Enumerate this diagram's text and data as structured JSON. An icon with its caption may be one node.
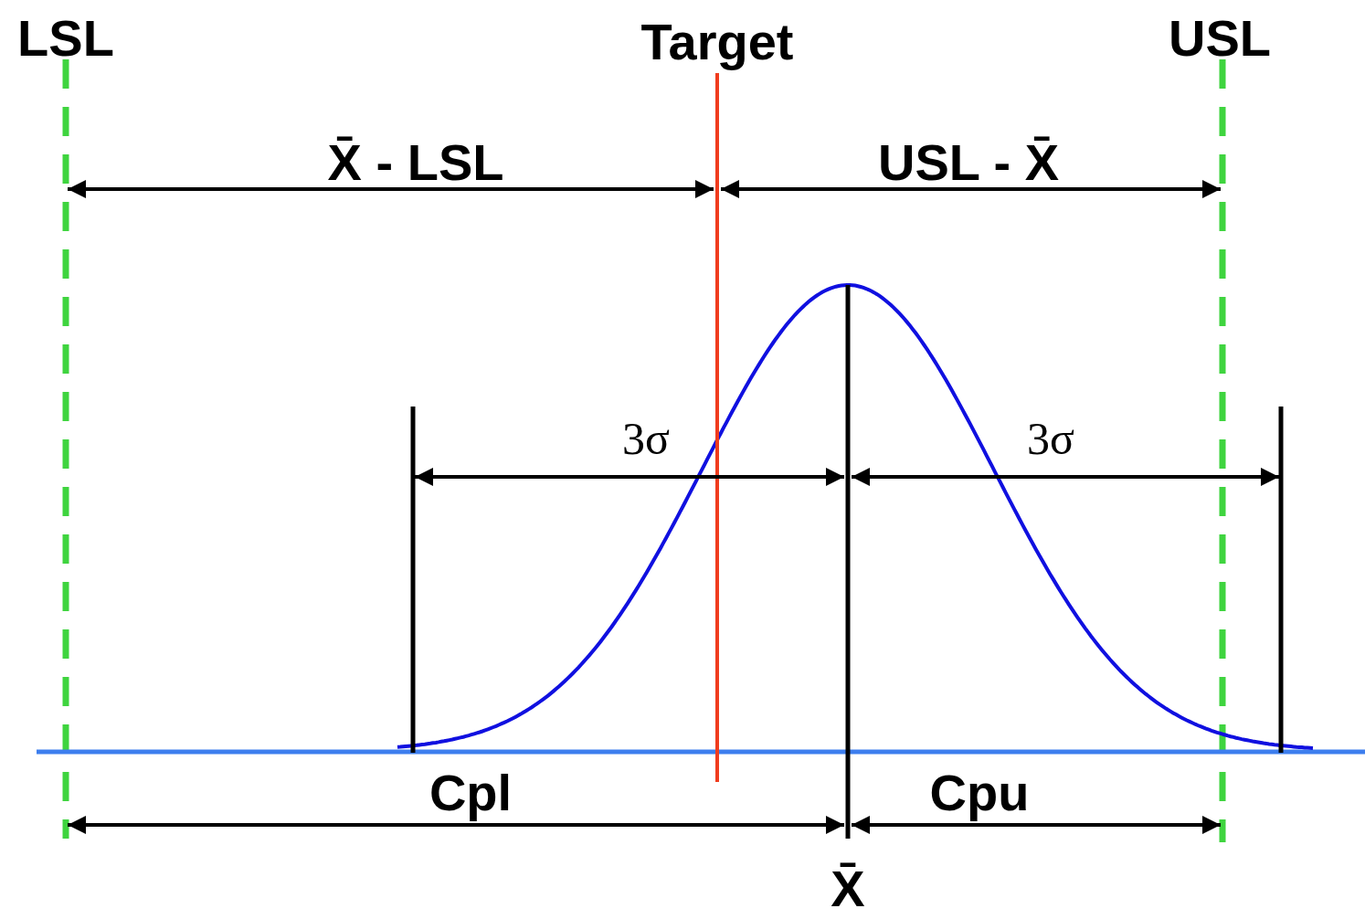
{
  "diagram": {
    "labels": [
      "LSL",
      "Target",
      "USL",
      "X̄ - LSL",
      "USL - X̄",
      "3σ",
      "3σ",
      "Cpl",
      "Cpu",
      "X̄"
    ]
  }
}
